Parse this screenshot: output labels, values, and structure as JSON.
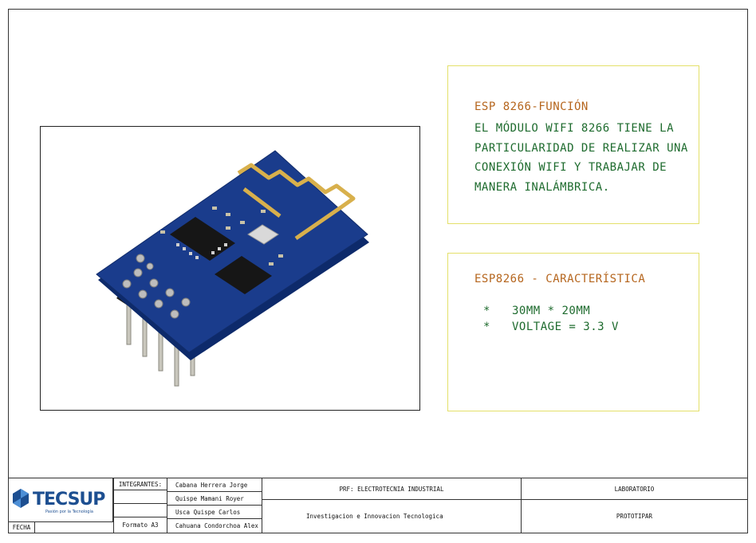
{
  "box1": {
    "title": "ESP 8266-FUNCIÓN",
    "lines": [
      "EL MÓDULO WIFI 8266 TIENE LA",
      "PARTICULARIDAD DE REALIZAR UNA",
      "CONEXIÓN WIFI Y TRABAJAR DE",
      "MANERA INALÁMBRICA."
    ]
  },
  "box2": {
    "title": "ESP8266 - CARACTERÍSTICA",
    "items": [
      {
        "bullet": "*",
        "text": "30MM * 20MM"
      },
      {
        "bullet": "*",
        "text": "VOLTAGE = 3.3 V"
      }
    ]
  },
  "titleblock": {
    "logo_text": "TECSUP",
    "logo_slogan": "Pasión por la Tecnología",
    "integrantes_label": "INTEGRANTES:",
    "members": [
      "Cabana Herrera Jorge",
      "Quispe Mamani Royer",
      "Usca Quispe Carlos",
      "Cahuana Condorchoa Alex"
    ],
    "fecha_label": "FECHA",
    "fecha_value": "",
    "formato": "Formato A3",
    "prf": "PRF: ELECTROTECNIA INDUSTRIAL",
    "course": "Investigacion e Innovacion Tecnologica",
    "lab_label": "LABORATORIO",
    "lab_value": "PROTOTIPAR"
  },
  "colors": {
    "title": "#b5651d",
    "body": "#1e6b2e",
    "box_border": "#e4e06a",
    "pcb": "#1a3c8c",
    "logo_blue": "#1d4f91"
  }
}
